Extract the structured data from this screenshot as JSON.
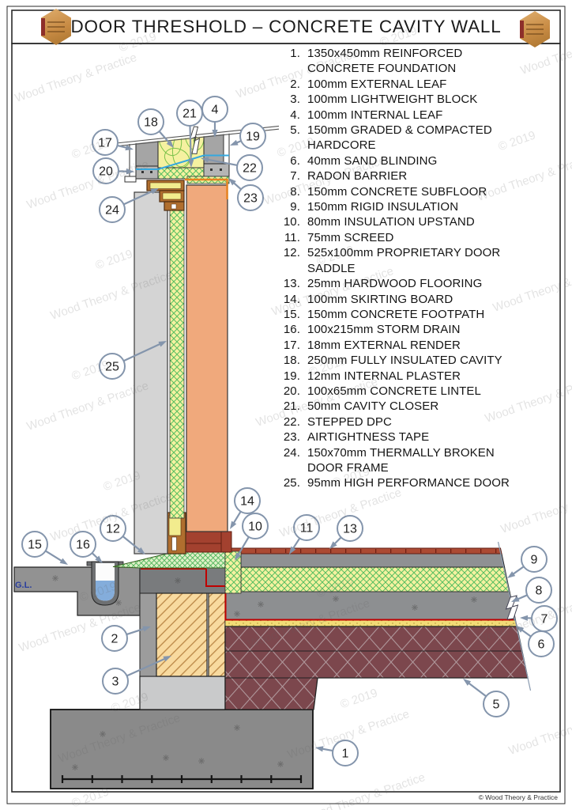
{
  "page": {
    "title": "DOOR THRESHOLD – CONCRETE CAVITY WALL",
    "copyright": "© Wood Theory & Practice",
    "ground_level_label": "G.L."
  },
  "watermark": {
    "line1": "© 2019",
    "line2": "Wood Theory & Practice"
  },
  "legend": {
    "items": [
      {
        "num": "1.",
        "lines": [
          "1350x450mm REINFORCED",
          "CONCRETE FOUNDATION"
        ]
      },
      {
        "num": "2.",
        "lines": [
          "100mm EXTERNAL LEAF"
        ]
      },
      {
        "num": "3.",
        "lines": [
          "100mm LIGHTWEIGHT BLOCK"
        ]
      },
      {
        "num": "4.",
        "lines": [
          "100mm INTERNAL LEAF"
        ]
      },
      {
        "num": "5.",
        "lines": [
          "150mm GRADED & COMPACTED",
          "HARDCORE"
        ]
      },
      {
        "num": "6.",
        "lines": [
          "40mm SAND BLINDING"
        ]
      },
      {
        "num": "7.",
        "lines": [
          "RADON BARRIER"
        ]
      },
      {
        "num": "8.",
        "lines": [
          "150mm CONCRETE SUBFLOOR"
        ]
      },
      {
        "num": "9.",
        "lines": [
          "150mm RIGID INSULATION"
        ]
      },
      {
        "num": "10.",
        "lines": [
          "80mm INSULATION UPSTAND"
        ]
      },
      {
        "num": "11.",
        "lines": [
          "75mm SCREED"
        ]
      },
      {
        "num": "12.",
        "lines": [
          "525x100mm PROPRIETARY DOOR",
          "SADDLE"
        ]
      },
      {
        "num": "13.",
        "lines": [
          "25mm HARDWOOD FLOORING"
        ]
      },
      {
        "num": "14.",
        "lines": [
          "100mm SKIRTING BOARD"
        ]
      },
      {
        "num": "15.",
        "lines": [
          "150mm CONCRETE FOOTPATH"
        ]
      },
      {
        "num": "16.",
        "lines": [
          "100x215mm STORM DRAIN"
        ]
      },
      {
        "num": "17.",
        "lines": [
          "18mm EXTERNAL RENDER"
        ]
      },
      {
        "num": "18.",
        "lines": [
          "250mm FULLY INSULATED CAVITY"
        ]
      },
      {
        "num": "19.",
        "lines": [
          "12mm INTERNAL PLASTER"
        ]
      },
      {
        "num": "20.",
        "lines": [
          "100x65mm CONCRETE LINTEL"
        ]
      },
      {
        "num": "21.",
        "lines": [
          "50mm CAVITY CLOSER"
        ]
      },
      {
        "num": "22.",
        "lines": [
          "STEPPED DPC"
        ]
      },
      {
        "num": "23.",
        "lines": [
          "AIRTIGHTNESS TAPE"
        ]
      },
      {
        "num": "24.",
        "lines": [
          "150x70mm THERMALLY BROKEN",
          "DOOR FRAME"
        ]
      },
      {
        "num": "25.",
        "lines": [
          "95mm HIGH PERFORMANCE DOOR"
        ]
      }
    ]
  },
  "drawing": {
    "callouts": [
      {
        "label": "1"
      },
      {
        "label": "2"
      },
      {
        "label": "3"
      },
      {
        "label": "4"
      },
      {
        "label": "5"
      },
      {
        "label": "6"
      },
      {
        "label": "7"
      },
      {
        "label": "8"
      },
      {
        "label": "9"
      },
      {
        "label": "10"
      },
      {
        "label": "11"
      },
      {
        "label": "12"
      },
      {
        "label": "13"
      },
      {
        "label": "14"
      },
      {
        "label": "15"
      },
      {
        "label": "16"
      },
      {
        "label": "17"
      },
      {
        "label": "18"
      },
      {
        "label": "19"
      },
      {
        "label": "20"
      },
      {
        "label": "21"
      },
      {
        "label": "22"
      },
      {
        "label": "23"
      },
      {
        "label": "24"
      },
      {
        "label": "25"
      }
    ],
    "colors": {
      "callout_stroke": "#8495AC",
      "dpc_blue": "#35A8DF",
      "tape_orange": "#E8821E",
      "radon_red": "#C00000",
      "insulation_yellow": "#F5F1A0",
      "saddle_green": "#DEF0C6",
      "door_orange": "#F0A97C",
      "hardcore_maroon": "#7C474D",
      "frame_brown": "#B06E2E",
      "flooring_red": "#AC4A33"
    }
  }
}
